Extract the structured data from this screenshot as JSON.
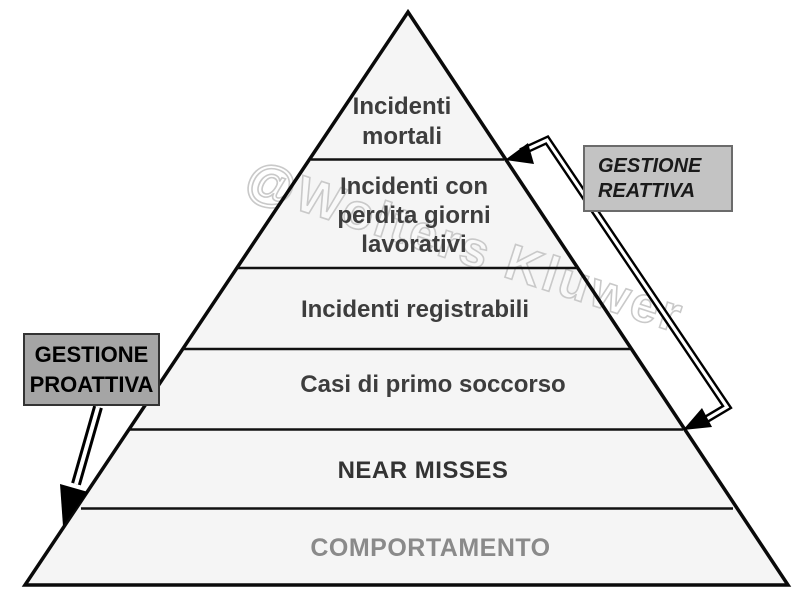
{
  "diagram": {
    "watermark": "@Wolters Kluwer",
    "levels": [
      {
        "name": "incidenti-mortali",
        "lines": [
          "Incidenti",
          "mortali"
        ]
      },
      {
        "name": "incidenti-perdita-giorni",
        "lines": [
          "Incidenti con",
          "perdita giorni",
          "lavorativi"
        ]
      },
      {
        "name": "incidenti-registrabili",
        "lines": [
          "Incidenti registrabili"
        ]
      },
      {
        "name": "casi-primo-soccorso",
        "lines": [
          "Casi di primo soccorso"
        ]
      },
      {
        "name": "near-misses",
        "lines": [
          "NEAR MISSES"
        ]
      },
      {
        "name": "comportamento",
        "lines": [
          "COMPORTAMENTO"
        ]
      }
    ],
    "callouts": {
      "reactive": {
        "lines": [
          "GESTIONE",
          "REATTIVA"
        ]
      },
      "proactive": {
        "lines": [
          "GESTIONE",
          "PROATTIVA"
        ]
      }
    },
    "colors": {
      "pyramid_fill": "#f5f5f5",
      "outline": "#0a0a0a",
      "label_dark": "#3d3d3d",
      "label_muted": "#8a8a8a",
      "reactive_box_bg": "#c3c3c3",
      "reactive_box_border": "#6b6b6b",
      "proactive_box_bg": "#a5a5a5",
      "proactive_box_border": "#333333",
      "watermark": "#c9c9c9"
    }
  }
}
